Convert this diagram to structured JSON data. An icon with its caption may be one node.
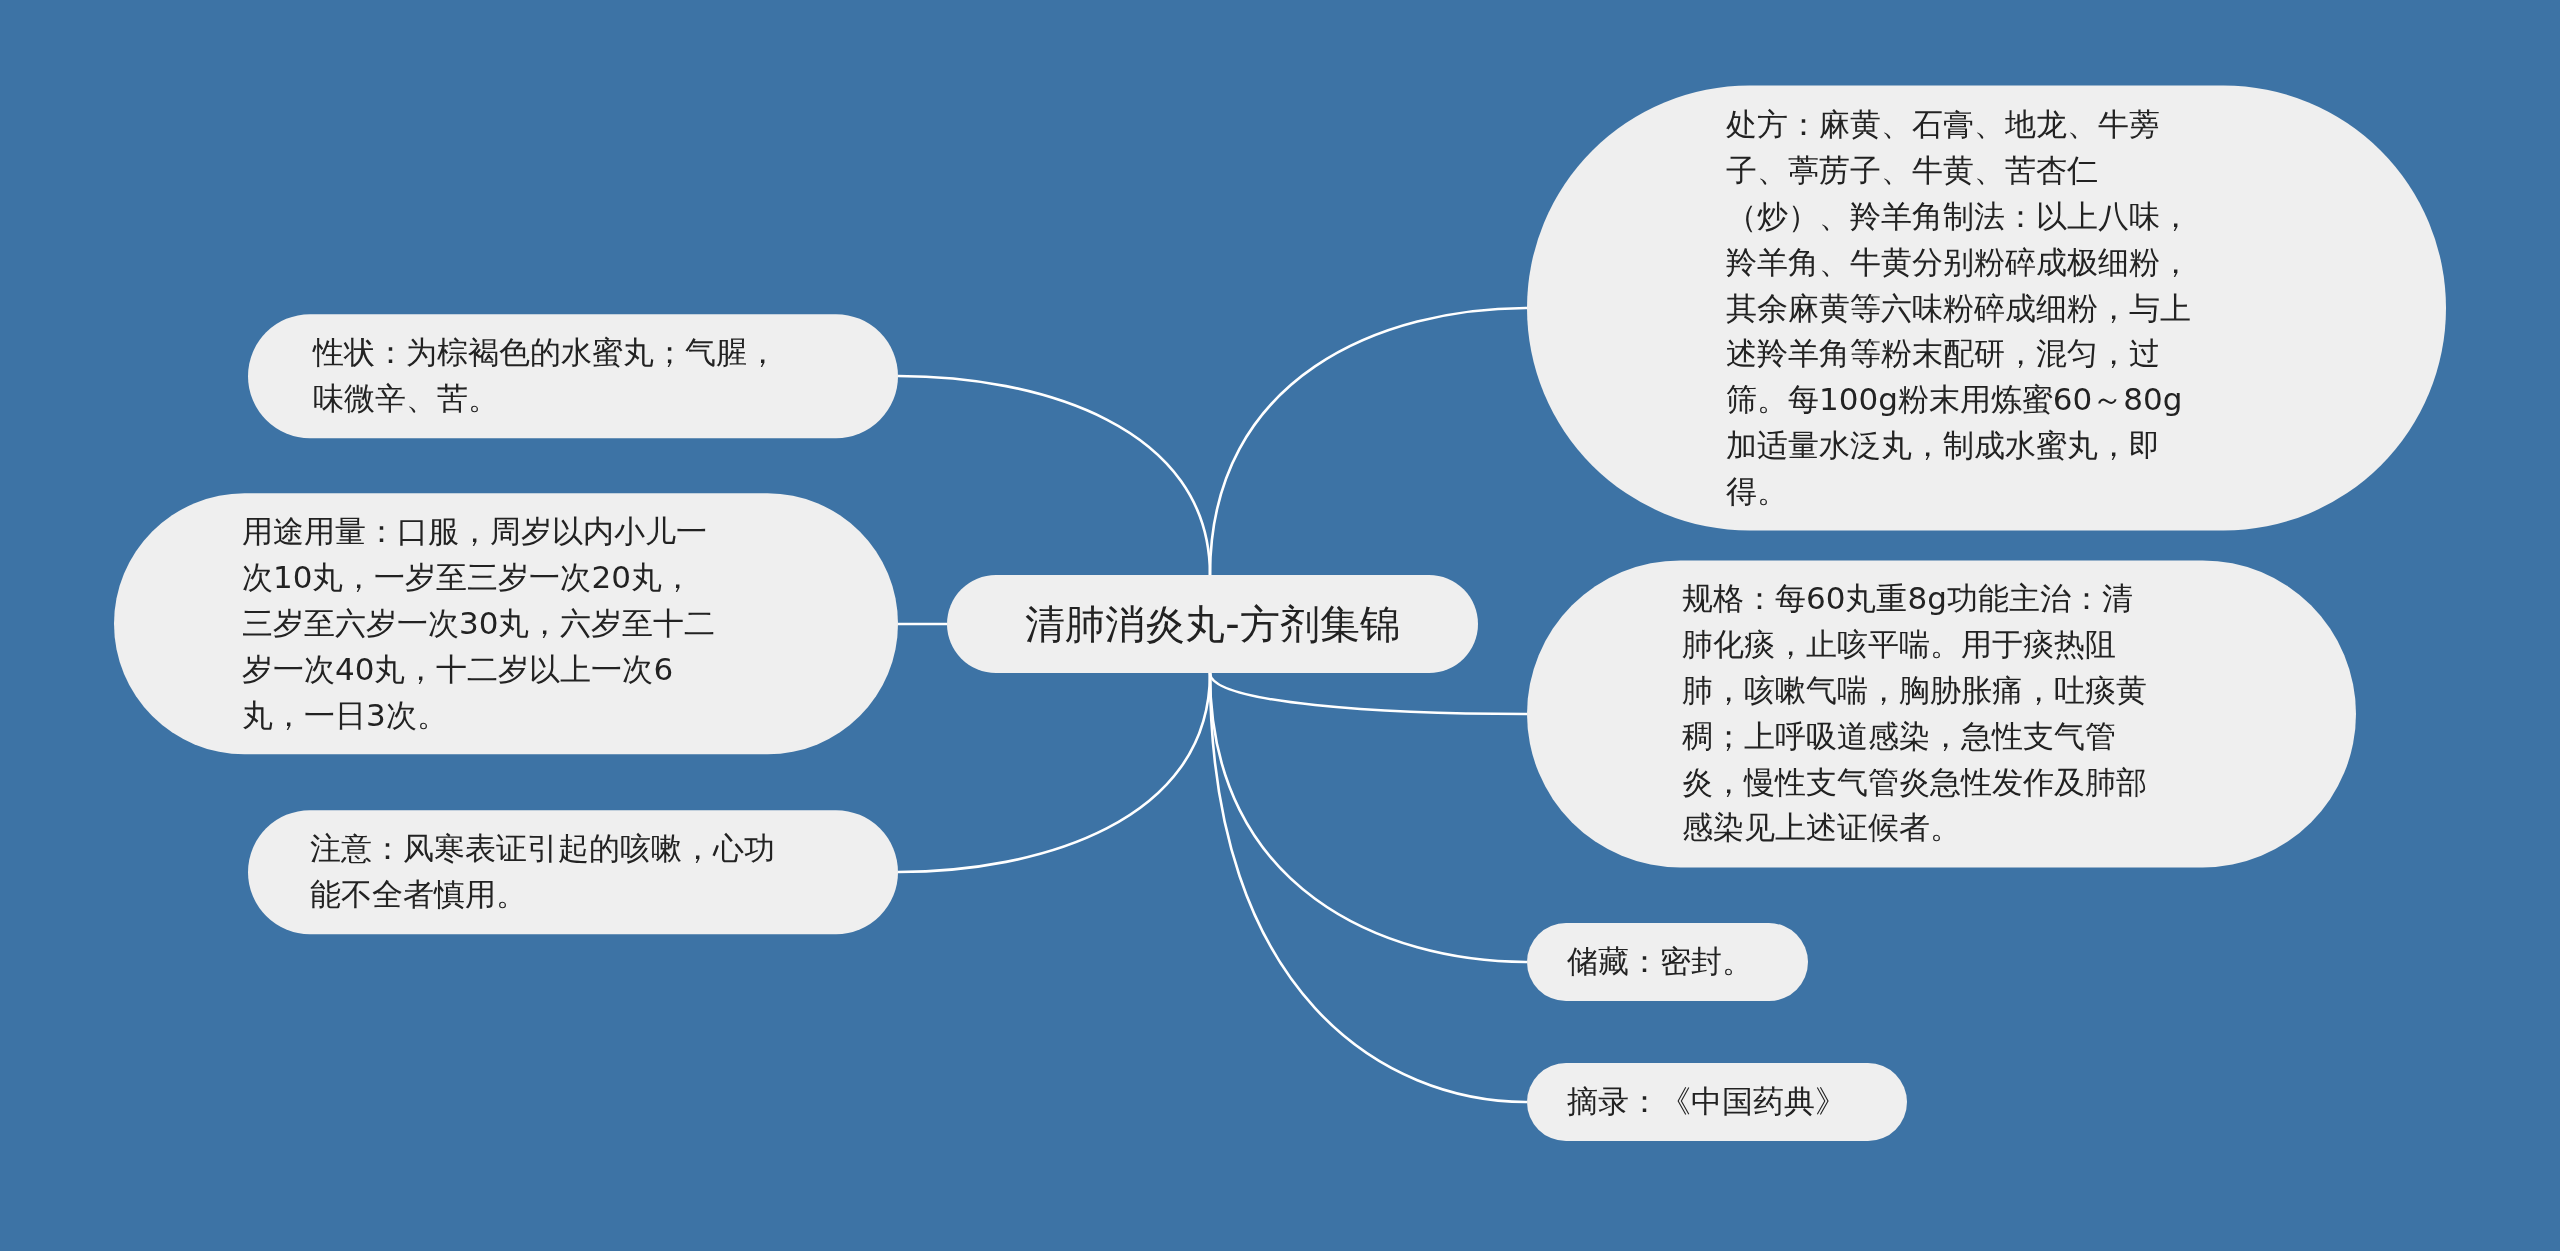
{
  "diagram": {
    "nodes": [
      {
        "text": [
          "清肺消炎丸-方剂集锦"
        ]
      },
      {
        "text": [
          "性状：为棕褐色的水蜜丸；气腥，味微辛、苦。"
        ]
      },
      {
        "text": [
          "用途用量：口服，周岁以内小儿一次10丸，一岁至三岁一次20丸，三岁至六岁一次30丸，六岁至十二岁一次40丸，十二岁以上一次6丸，一日3次。"
        ]
      },
      {
        "text": [
          "注意：风寒表证引起的咳嗽，心功能不全者慎用。"
        ]
      },
      {
        "text": [
          "处方：麻黄、石膏、地龙、牛蒡子、葶苈子、牛黄、苦杏仁（炒）、羚羊角制法：以上八味，羚羊角、牛黄分别粉碎成极细粉，其余麻黄等六味粉碎成细粉，与上述羚羊角等粉末配研，混匀，过筛。每100g粉末用炼蜜60～80g加适量水泛丸，制成水蜜丸，即得。"
        ]
      },
      {
        "text": [
          "规格：每60丸重8g功能主治：清肺化痰，止咳平喘。用于痰热阻肺，咳嗽气喘，胸胁胀痛，吐痰黄稠；上呼吸道感染，急性支气管炎，慢性支气管炎急性发作及肺部感染见上述证候者。"
        ]
      },
      {
        "text": [
          "储藏：密封。"
        ]
      },
      {
        "text": [
          "摘录：《中国药典》"
        ]
      }
    ],
    "edges": [
      {
        "from": 0,
        "to": 1,
        "arrow": "none"
      },
      {
        "from": 0,
        "to": 2,
        "arrow": "none"
      },
      {
        "from": 0,
        "to": 3,
        "arrow": "none"
      },
      {
        "from": 0,
        "to": 4,
        "arrow": "none"
      },
      {
        "from": 0,
        "to": 5,
        "arrow": "none"
      },
      {
        "from": 0,
        "to": 6,
        "arrow": "none"
      },
      {
        "from": 0,
        "to": 7,
        "arrow": "none"
      }
    ]
  }
}
